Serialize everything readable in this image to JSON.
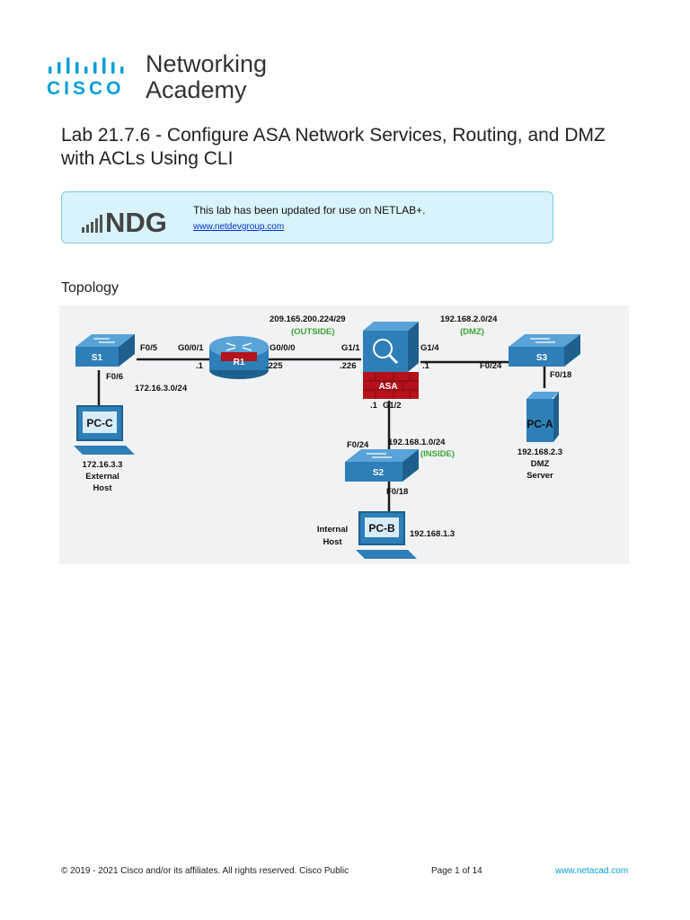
{
  "header": {
    "logo_cisco": "CISCO",
    "logo_networking": "Networking",
    "logo_academy": "Academy",
    "title": "Lab 21.7.6 - Configure ASA Network Services, Routing, and DMZ with ACLs Using CLI"
  },
  "ndg_notice": {
    "logo_text": "NDG",
    "message": "This lab has been updated for use on NETLAB+.",
    "link": "www.netdevgroup.com"
  },
  "topology": {
    "heading": "Topology",
    "devices": {
      "s1": "S1",
      "r1": "R1",
      "asa": "ASA",
      "s2": "S2",
      "s3": "S3",
      "pc_a": "PC-A",
      "pc_b": "PC-B",
      "pc_c": "PC-C"
    },
    "labels": {
      "outside_net": "209.165.200.224/29",
      "outside_tag": "(OUTSIDE)",
      "dmz_net": "192.168.2.0/24",
      "dmz_tag": "(DMZ)",
      "inside_net": "192.168.1.0/24",
      "inside_tag": "(INSIDE)",
      "ext_net": "172.16.3.0/24",
      "s1_f05": "F0/5",
      "s1_f06": "F0/6",
      "r1_g001": "G0/0/1",
      "r1_g000": "G0/0/0",
      "r1_dot1": ".1",
      "r1_dot225": ".225",
      "asa_g11": "G1/1",
      "asa_dot226": ".226",
      "asa_g14": "G1/4",
      "asa_dot1_dmz": ".1",
      "asa_dot1_in": ".1",
      "asa_g12": "G1/2",
      "s3_f024": "F0/24",
      "s3_f018": "F0/18",
      "s2_f024": "F0/24",
      "s2_f018": "F0/18",
      "pc_c_ip": "172.16.3.3",
      "pc_c_role1": "External",
      "pc_c_role2": "Host",
      "pc_a_ip": "192.168.2.3",
      "pc_a_role1": "DMZ",
      "pc_a_role2": "Server",
      "pc_b_ip": "192.168.1.3",
      "pc_b_role1": "Internal",
      "pc_b_role2": "Host"
    }
  },
  "footer": {
    "copyright": "© 2019 - 2021 Cisco and/or its affiliates. All rights reserved. Cisco Public",
    "page": "Page 1 of 14",
    "site": "www.netacad.com"
  },
  "colors": {
    "cisco_blue": "#049fd9",
    "ndg_bg": "#d9f3fb",
    "device_blue": "#2e7fb8",
    "asa_red": "#b5121b",
    "tag_green": "#3aa635"
  }
}
